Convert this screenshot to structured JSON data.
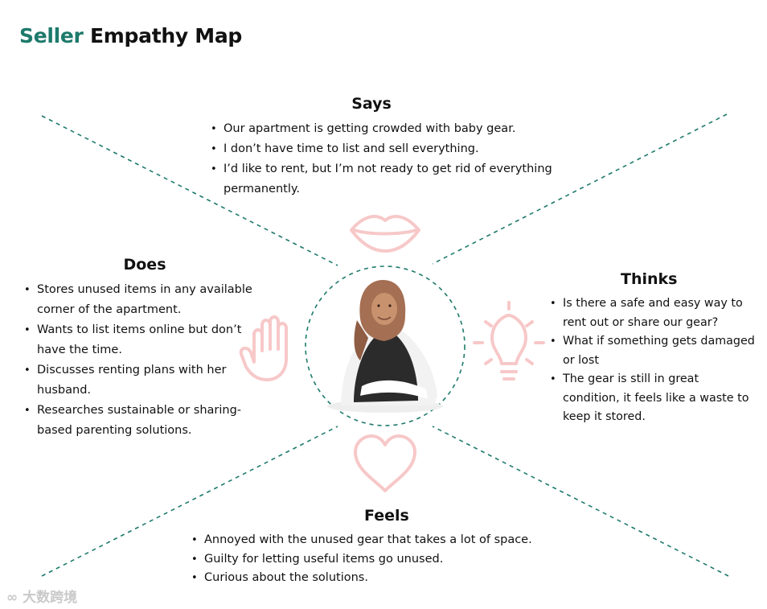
{
  "header": {
    "title_accent": "Seller",
    "title_rest": " Empathy Map"
  },
  "says": {
    "title": "Says",
    "items": [
      "Our apartment is getting crowded with baby gear.",
      "I don’t have time to list and sell everything.",
      "I’d like to rent, but I’m not ready to get rid of everything permanently."
    ]
  },
  "does": {
    "title": "Does",
    "items": [
      "Stores unused items in any available corner of the apartment.",
      "Wants to list items online but don’t have the time.",
      "Discusses renting plans with her husband.",
      "Researches sustainable or sharing-based parenting solutions."
    ]
  },
  "thinks": {
    "title": "Thinks",
    "items": [
      "Is there a safe and easy way to rent out or share our gear?",
      "What if something gets damaged or lost",
      "The gear is still in great condition, it feels like a waste to keep it stored."
    ]
  },
  "feels": {
    "title": "Feels",
    "items": [
      "Annoyed with the unused gear that takes a lot of space.",
      "Guilty for letting useful items go unused.",
      "Curious about the solutions."
    ]
  },
  "icons": {
    "says": "lips-icon",
    "does": "hand-icon",
    "thinks": "lightbulb-icon",
    "feels": "heart-icon",
    "center": "persona-avatar"
  },
  "colors": {
    "accent": "#1d7a6b",
    "icon": "#f7c8c8",
    "dashed_line": "#1d7a6b"
  },
  "watermark": "大数跨境"
}
